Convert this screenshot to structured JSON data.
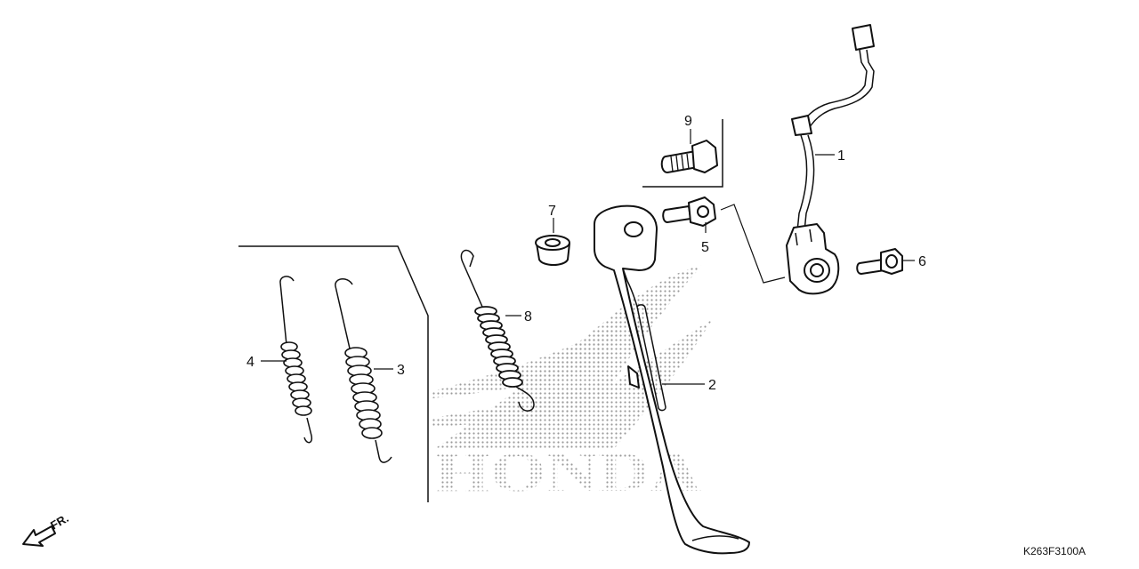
{
  "diagram": {
    "brand_watermark": "HONDA",
    "figure_code": "K263F3100A",
    "direction_label": "FR.",
    "callouts": [
      {
        "id": "1",
        "label": "1"
      },
      {
        "id": "2",
        "label": "2"
      },
      {
        "id": "3",
        "label": "3"
      },
      {
        "id": "4",
        "label": "4"
      },
      {
        "id": "5",
        "label": "5"
      },
      {
        "id": "6",
        "label": "6"
      },
      {
        "id": "7",
        "label": "7"
      },
      {
        "id": "8",
        "label": "8"
      },
      {
        "id": "9",
        "label": "9"
      }
    ]
  },
  "colors": {
    "line": "#111111",
    "watermark_dots": "#9a9a9a",
    "background": "#ffffff"
  },
  "icons": {
    "direction_arrow": "arrow-down-left-icon"
  }
}
